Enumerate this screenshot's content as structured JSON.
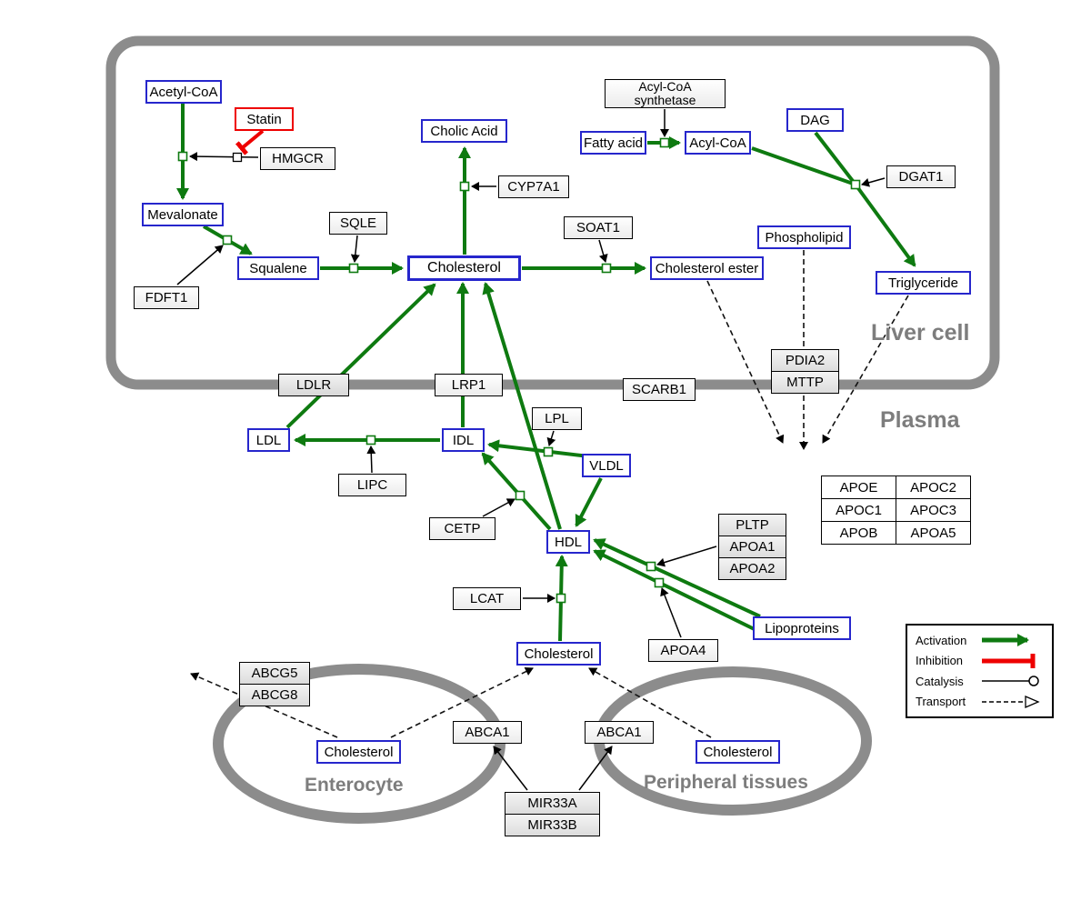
{
  "compartments": {
    "liver": "Liver cell",
    "plasma": "Plasma",
    "enterocyte": "Enterocyte",
    "peripheral": "Peripheral tissues"
  },
  "nodes": {
    "acetyl_coa": "Acetyl-CoA",
    "statin": "Statin",
    "hmgcr": "HMGCR",
    "mevalonate": "Mevalonate",
    "fdft1": "FDFT1",
    "squalene": "Squalene",
    "sqle": "SQLE",
    "cholic_acid": "Cholic Acid",
    "cyp7a1": "CYP7A1",
    "cholesterol_liver": "Cholesterol",
    "soat1": "SOAT1",
    "cholesterol_ester": "Cholesterol ester",
    "acyl_coa_synthetase": {
      "line1": "Acyl-CoA",
      "line2": "synthetase"
    },
    "fatty_acid": "Fatty acid",
    "acyl_coa": "Acyl-CoA",
    "dag": "DAG",
    "dgat1": "DGAT1",
    "phospholipid": "Phospholipid",
    "triglyceride": "Triglyceride",
    "ldlr": "LDLR",
    "lrp1": "LRP1",
    "scarb1": "SCARB1",
    "pdia2": "PDIA2",
    "mttp": "MTTP",
    "ldl": "LDL",
    "idl": "IDL",
    "lipc": "LIPC",
    "lpl": "LPL",
    "vldl": "VLDL",
    "cetp": "CETP",
    "hdl": "HDL",
    "pltp": "PLTP",
    "apoa1": "APOA1",
    "apoa2": "APOA2",
    "lcat": "LCAT",
    "apoa4": "APOA4",
    "lipoproteins": "Lipoproteins",
    "apo_table": [
      [
        "APOE",
        "APOC2"
      ],
      [
        "APOC1",
        "APOC3"
      ],
      [
        "APOB",
        "APOA5"
      ]
    ],
    "cholesterol_plasma": "Cholesterol",
    "abcg5": "ABCG5",
    "abcg8": "ABCG8",
    "cholesterol_enterocyte": "Cholesterol",
    "abca1_enterocyte": "ABCA1",
    "abca1_peripheral": "ABCA1",
    "mir33a": "MIR33A",
    "mir33b": "MIR33B",
    "cholesterol_peripheral": "Cholesterol"
  },
  "legend": {
    "activation": "Activation",
    "inhibition": "Inhibition",
    "catalysis": "Catalysis",
    "transport": "Transport"
  },
  "colors": {
    "activation": "#0e7a10",
    "inhibition": "#ee0000",
    "metabolite_border": "#2626cc",
    "membrane": "#8c8c8c"
  }
}
